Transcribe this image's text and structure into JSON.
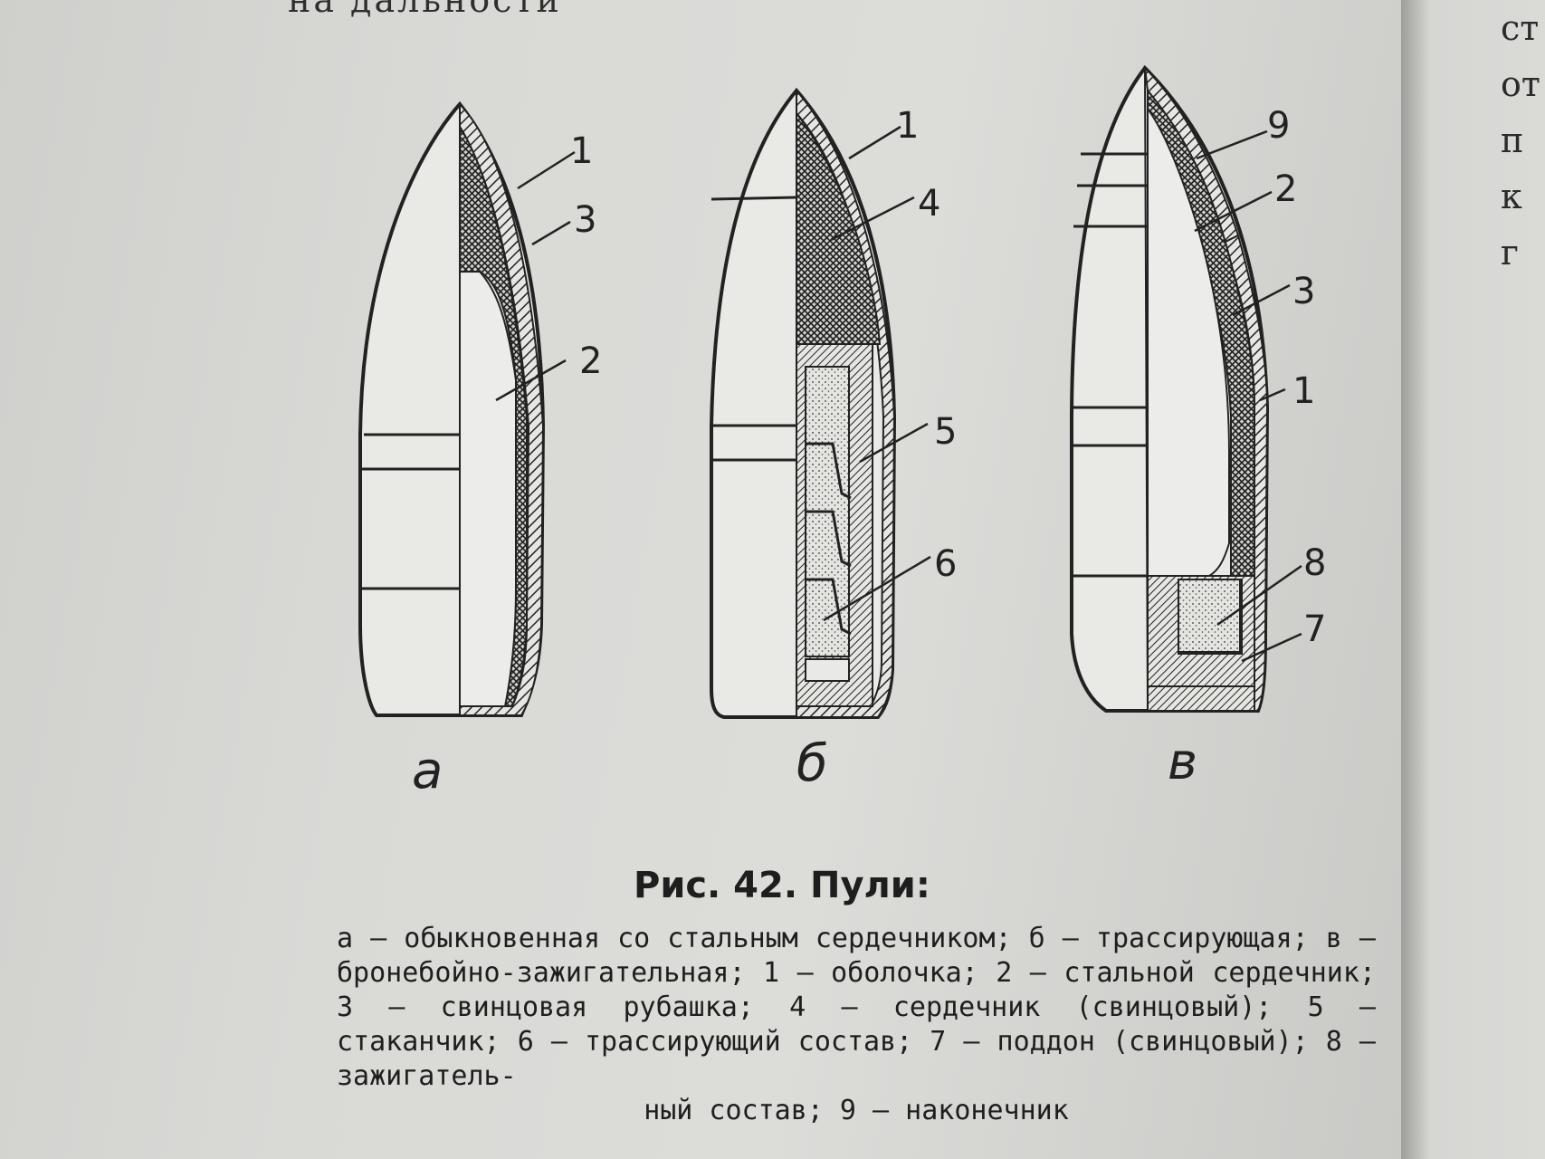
{
  "header_fragment": "на дальности",
  "right_margin_fragments": [
    "ст",
    "от",
    "п",
    "к",
    "г"
  ],
  "panels": [
    {
      "id": "a",
      "letter": "а",
      "labels": [
        "1",
        "3",
        "2"
      ]
    },
    {
      "id": "b",
      "letter": "б",
      "labels": [
        "1",
        "4",
        "5",
        "6"
      ]
    },
    {
      "id": "v",
      "letter": "в",
      "labels": [
        "9",
        "2",
        "3",
        "1",
        "8",
        "7"
      ]
    }
  ],
  "caption": {
    "title": "Рис. 42. Пули:",
    "text": "а — обыкновенная со стальным сердечником; б — трассирующая; в — бронебойно-зажигательная; 1 — оболочка; 2 — стальной сердечник; 3 — свинцовая рубашка; 4 — сердечник (свинцовый); 5 — стаканчик; 6 — трассирующий состав; 7 — поддон (свинцовый); 8 — зажигатель-",
    "last_line": "ный состав; 9 — наконечник"
  },
  "colors": {
    "ink": "#222222",
    "paper": "#d9d9d6"
  }
}
